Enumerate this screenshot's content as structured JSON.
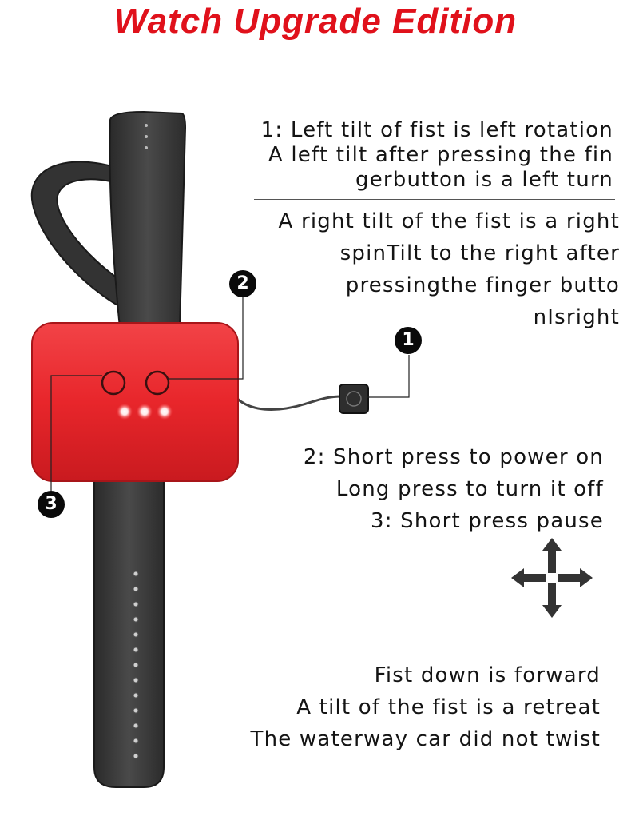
{
  "title": "Watch Upgrade Edition",
  "section_1": {
    "lines_a": [
      "1: Left tilt of fist is left rotation",
      "A left tilt after pressing the fin",
      "gerbutton is a left turn"
    ],
    "lines_b": [
      "A right tilt of the fist is a right",
      "spinTilt to the right after",
      "pressingthe finger butto",
      "nIsright"
    ]
  },
  "section_2": {
    "lines": [
      "2: Short press to power on",
      "Long press to turn it off",
      "3: Short press pause"
    ]
  },
  "section_3": {
    "lines": [
      "Fist down is forward",
      "A tilt of the fist is a retreat",
      "The waterway car did not twist"
    ]
  },
  "callouts": {
    "one": "1",
    "two": "2",
    "three": "3"
  },
  "icons": {
    "device": "wristband-controller-icon",
    "move": "four-way-arrows-icon"
  },
  "colors": {
    "title": "#e0111b",
    "device_body": "#e8262b",
    "strap": "#3c3c3c",
    "led": "#ffffff",
    "text": "#141414"
  }
}
